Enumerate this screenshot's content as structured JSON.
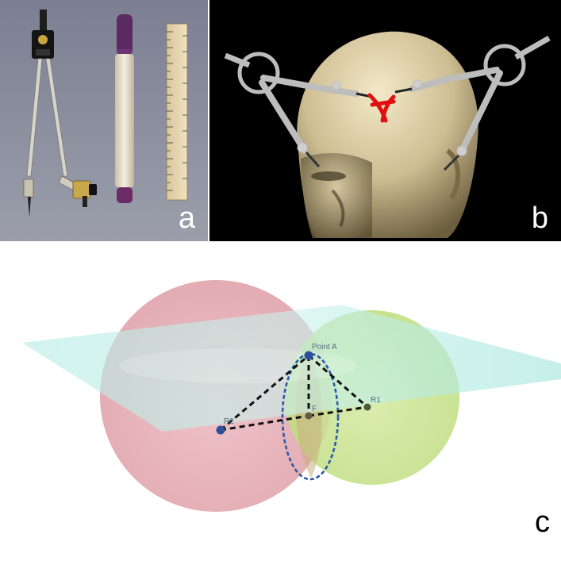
{
  "panels": {
    "a": {
      "letter": "a"
    },
    "b": {
      "letter": "b"
    },
    "c": {
      "letter": "c"
    }
  },
  "diagram": {
    "points": {
      "point_a": "Point A",
      "r1": "R1",
      "r2": "R2",
      "f": "F"
    }
  },
  "colors": {
    "panel_a_bg": "#8a8d9c",
    "panel_b_bg": "#000000",
    "sphere_red": "#e8a6ae",
    "sphere_green": "#c6e08a",
    "plane_cyan": "#b9ece6",
    "circle_blue": "#2a5aa8",
    "marker_red": "#e01010"
  },
  "icons": [
    "drawing-compass-icon",
    "marker-pen-icon",
    "ruler-icon",
    "compass-frame-icon"
  ]
}
